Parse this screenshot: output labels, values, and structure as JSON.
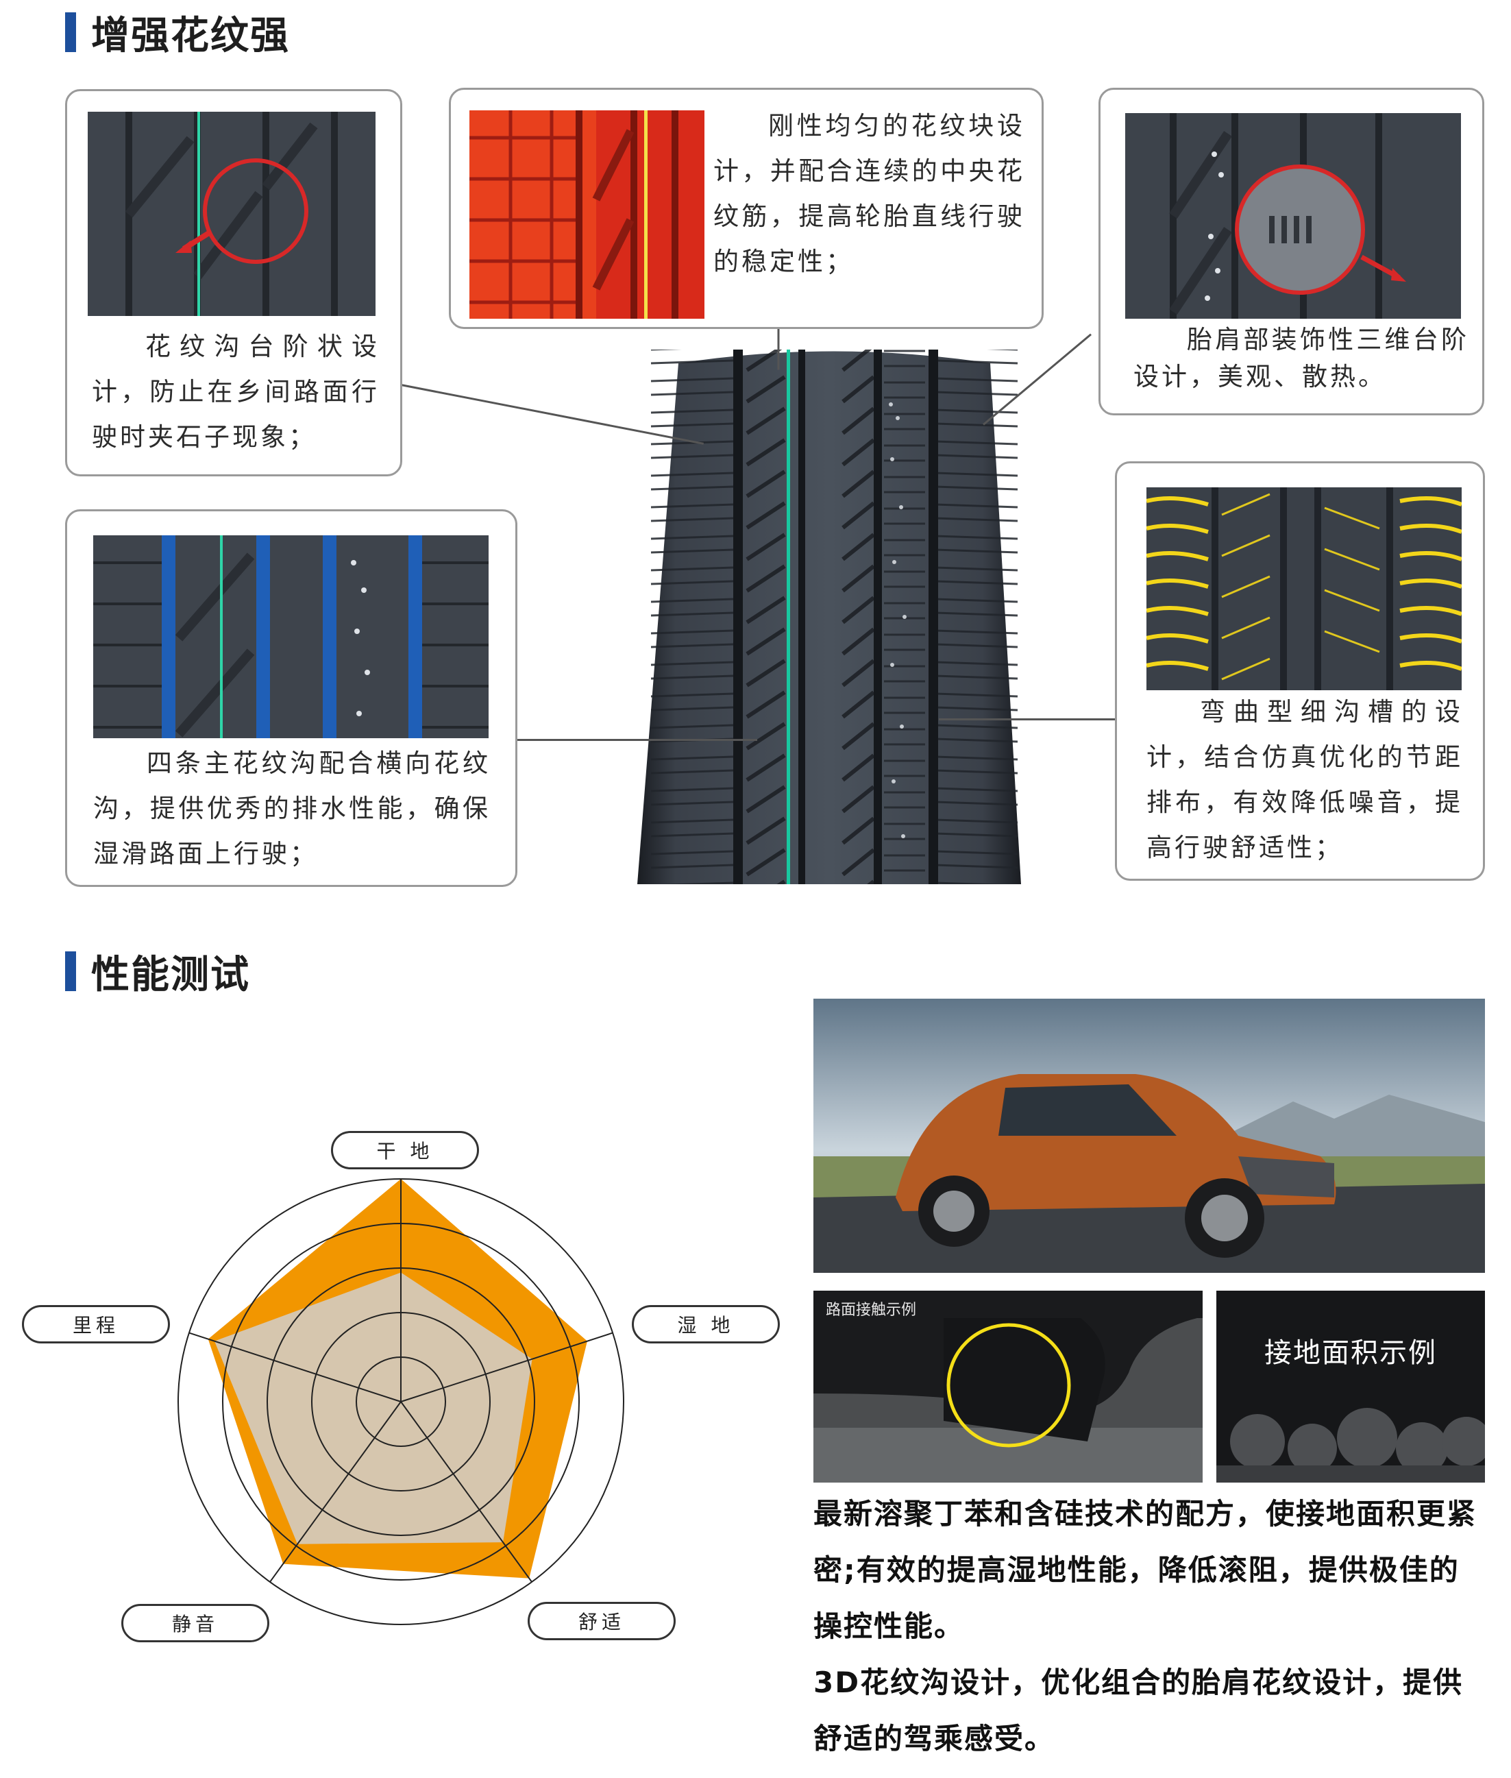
{
  "section1": {
    "title": "增强花纹强"
  },
  "cards": [
    {
      "id": "step",
      "desc": "花纹沟台阶状设计，防止在乡间路面行驶时夹石子现象；"
    },
    {
      "id": "rigid",
      "desc": "刚性均匀的花纹块设计，并配合连续的中央花纹筋，提高轮胎直线行驶的稳定性；"
    },
    {
      "id": "shoulder",
      "desc": "胎肩部装饰性三维台阶设计，美观、散热。"
    },
    {
      "id": "drain",
      "desc": "四条主花纹沟配合横向花纹沟，提供优秀的排水性能，确保湿滑路面上行驶；"
    },
    {
      "id": "sipe",
      "desc": "弯曲型细沟槽的设计，结合仿真优化的节距排布，有效降低噪音，提高行驶舒适性；"
    }
  ],
  "section2": {
    "title": "性能测试"
  },
  "chart_data": {
    "type": "radar",
    "axes": [
      "干 地",
      "湿 地",
      "舒适",
      "静音",
      "里程"
    ],
    "rings": 5,
    "series": [
      {
        "values": [
          1.0,
          0.88,
          0.98,
          0.9,
          0.91
        ],
        "color": "#f29600"
      },
      {
        "values": [
          0.58,
          0.62,
          0.78,
          0.79,
          0.88
        ],
        "color": "#d6c6ae"
      }
    ]
  },
  "photos": {
    "contact_caption": "路面接触示例",
    "area_caption": "接地面积示例"
  },
  "body_text": [
    "最新溶聚丁苯和含硅技术的配方，使接地面积更紧密;有效的提高湿地性能，降低滚阻，提供极佳的操控性能。",
    "3D花纹沟设计，优化组合的胎肩花纹设计，提供舒适的驾乘感受。"
  ],
  "colors": {
    "accent": "#1d4f9c",
    "orange": "#f29600",
    "beige": "#d6c6ae"
  }
}
